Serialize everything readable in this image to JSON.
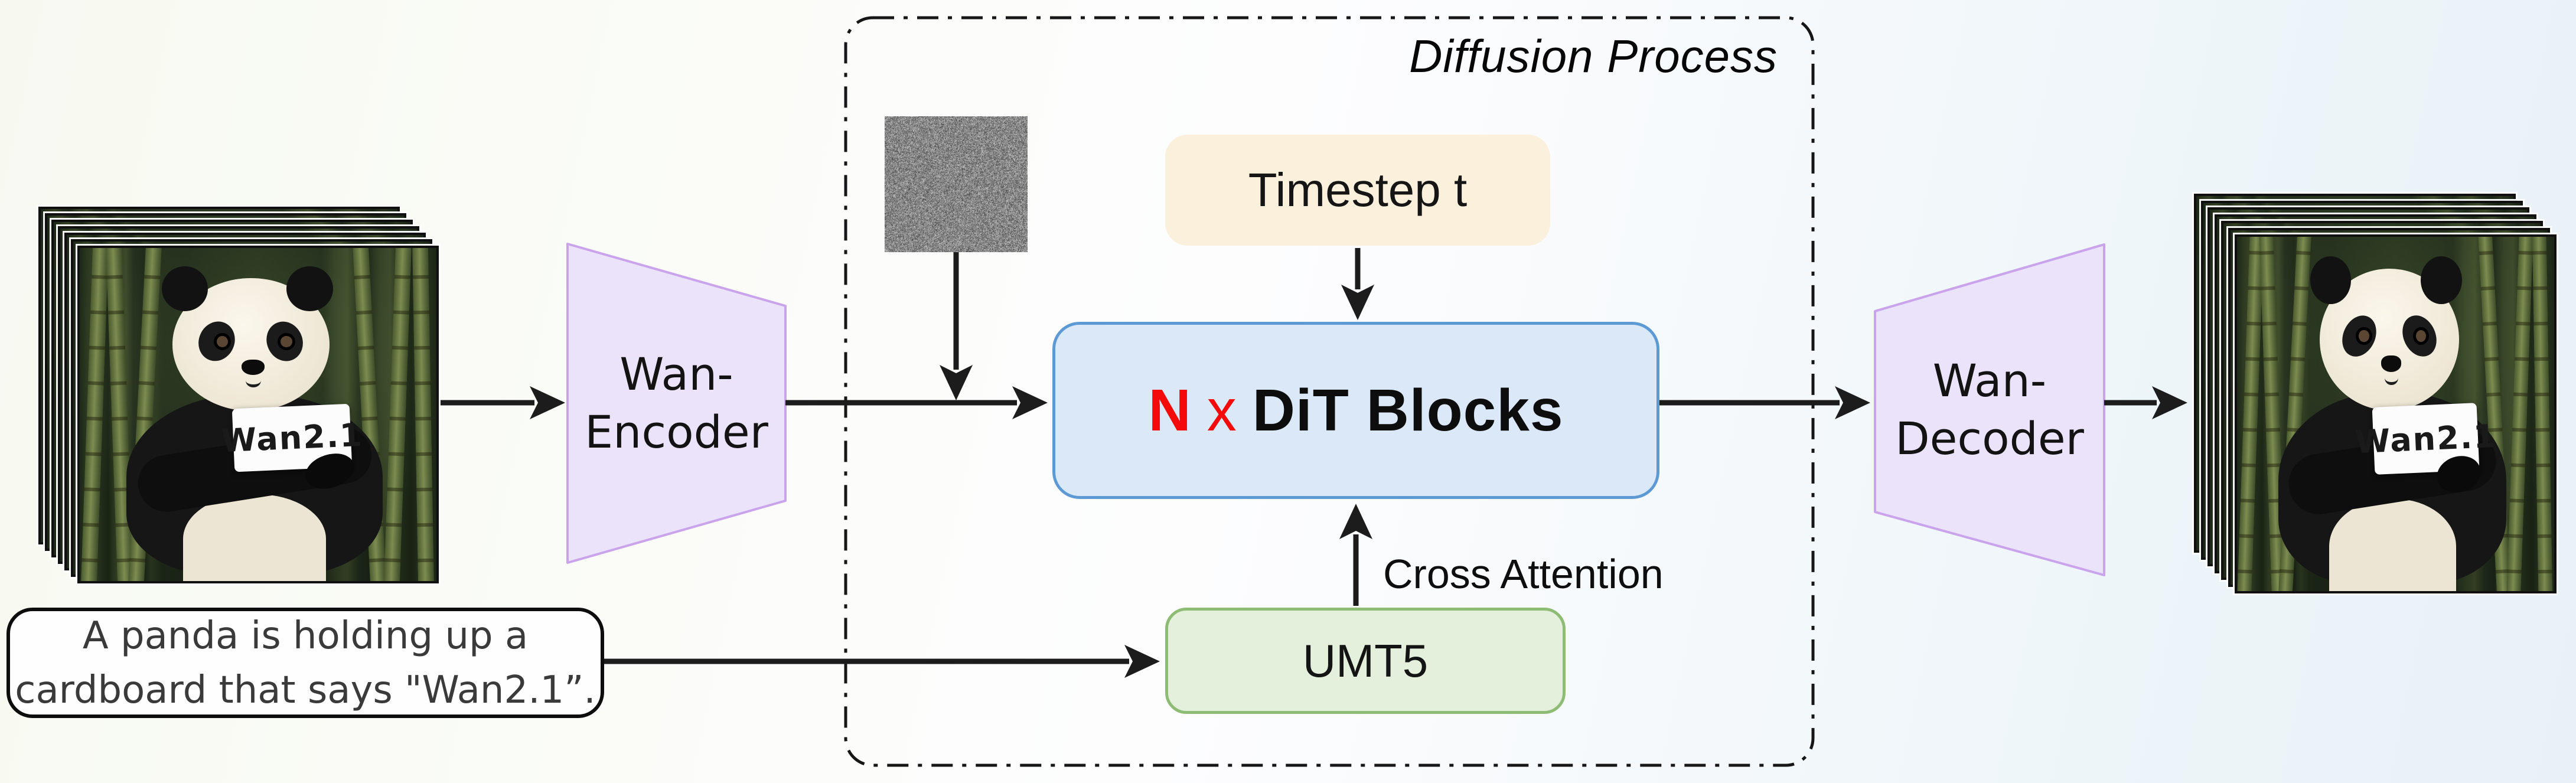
{
  "figure": {
    "title": "Diffusion Process",
    "input_video": {
      "sign_text": "Wan2.1",
      "frame_count": 7
    },
    "output_video": {
      "sign_text": "Wan2.1",
      "frame_count": 7
    },
    "prompt": {
      "line1": "A panda is holding up a",
      "line2": "cardboard that says \"Wan2.1”."
    },
    "encoder": {
      "line1": "Wan-",
      "line2": "Encoder"
    },
    "decoder": {
      "line1": "Wan-",
      "line2": "Decoder"
    },
    "dit_block": {
      "n": "N",
      "times": "x",
      "label": "DiT Blocks"
    },
    "timestep": {
      "label": "Timestep t"
    },
    "text_encoder": {
      "label": "UMT5"
    },
    "cross_attention_label": "Cross Attention"
  },
  "icons": {
    "noise_image": "gaussian-noise-patch",
    "arrows": "solid-black-flow-arrows"
  },
  "colors": {
    "background_left": "#f7f9f1",
    "background_right": "#e8f1f7",
    "dit_fill": "#DBE8F7",
    "dit_border": "#5D9AD4",
    "dit_n_red": "#F40A0A",
    "timestep_fill": "#FAF0DC",
    "umt5_fill": "#E4F0DB",
    "umt5_border": "#8FBC74",
    "vae_fill": "#EBE3F9",
    "vae_border": "#C9A3EC",
    "arrow": "#1C1C1C",
    "dashed_border": "#161616"
  }
}
